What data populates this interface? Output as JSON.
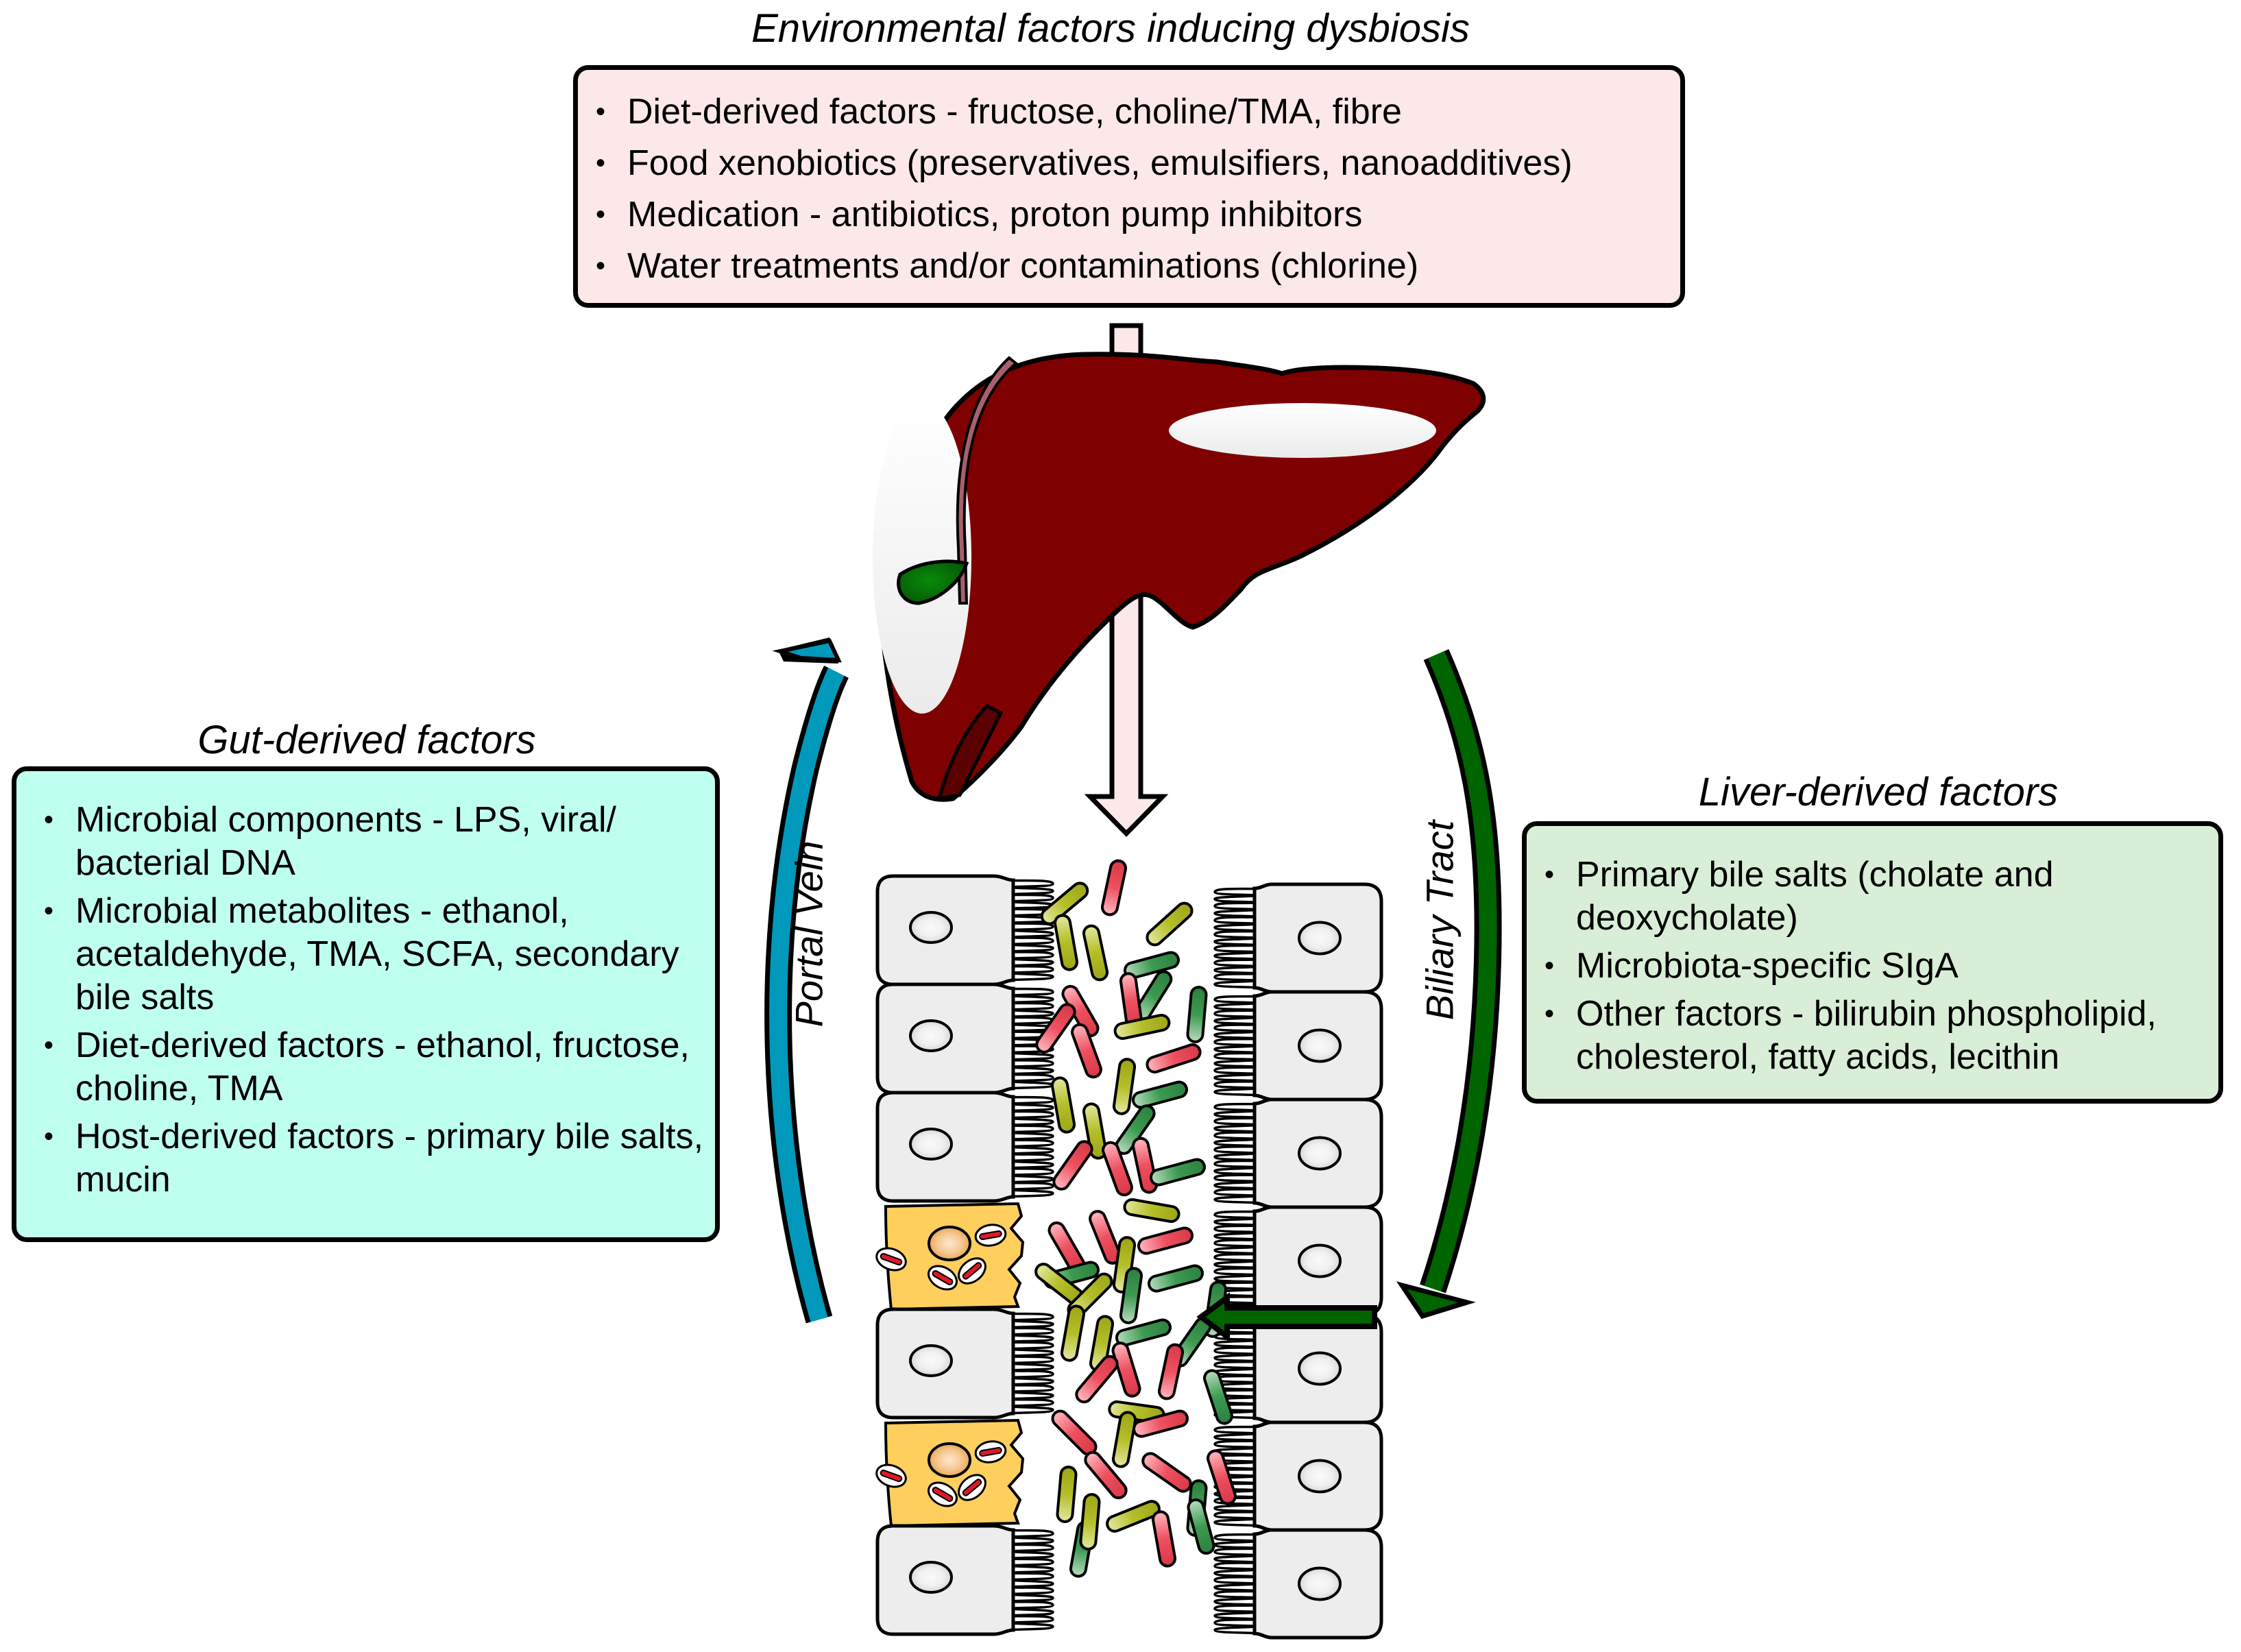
{
  "figure": {
    "subject": "Gut-liver axis: factors inducing dysbiosis",
    "colors": {
      "environmental_box_fill": "#FCE8E8",
      "gut_box_fill": "#BFFFF0",
      "liver_box_fill": "#D8EED6",
      "liver": "#7F0000",
      "gallbladder": "#0A7A0A",
      "portal_vein_arrow": "#0099BB",
      "biliary_arrow": "#006400",
      "epithelial_cell": "#EDEDED",
      "damaged_cell": "#FFCF5E",
      "bacteria_yellow_green": "#B4BE28",
      "bacteria_red": "#EE5060",
      "bacteria_green": "#3C9A50"
    }
  },
  "environmental": {
    "title": "Environmental factors inducing dysbiosis",
    "items": [
      "Diet-derived factors - fructose, choline/TMA, fibre",
      "Food xenobiotics (preservatives, emulsifiers, nanoadditives)",
      "Medication - antibiotics, proton pump inhibitors",
      "Water treatments and/or contaminations (chlorine)"
    ]
  },
  "gut_derived": {
    "title": "Gut-derived factors",
    "items": [
      "Microbial components - LPS, viral/ bacterial DNA",
      "Microbial metabolites - ethanol, acetaldehyde, TMA, SCFA, secondary bile salts",
      "Diet-derived factors - ethanol, fructose, choline, TMA",
      "Host-derived factors - primary bile salts, mucin"
    ]
  },
  "liver_derived": {
    "title": "Liver-derived factors",
    "items": [
      "Primary bile salts (cholate and deoxycholate)",
      "Microbiota-specific SIgA",
      "Other factors - bilirubin phospholipid, cholesterol, fatty acids, lecithin"
    ]
  },
  "pathways": {
    "portal_vein": "Portal Vein",
    "biliary_tract": "Biliary Tract"
  },
  "bullet": "•"
}
